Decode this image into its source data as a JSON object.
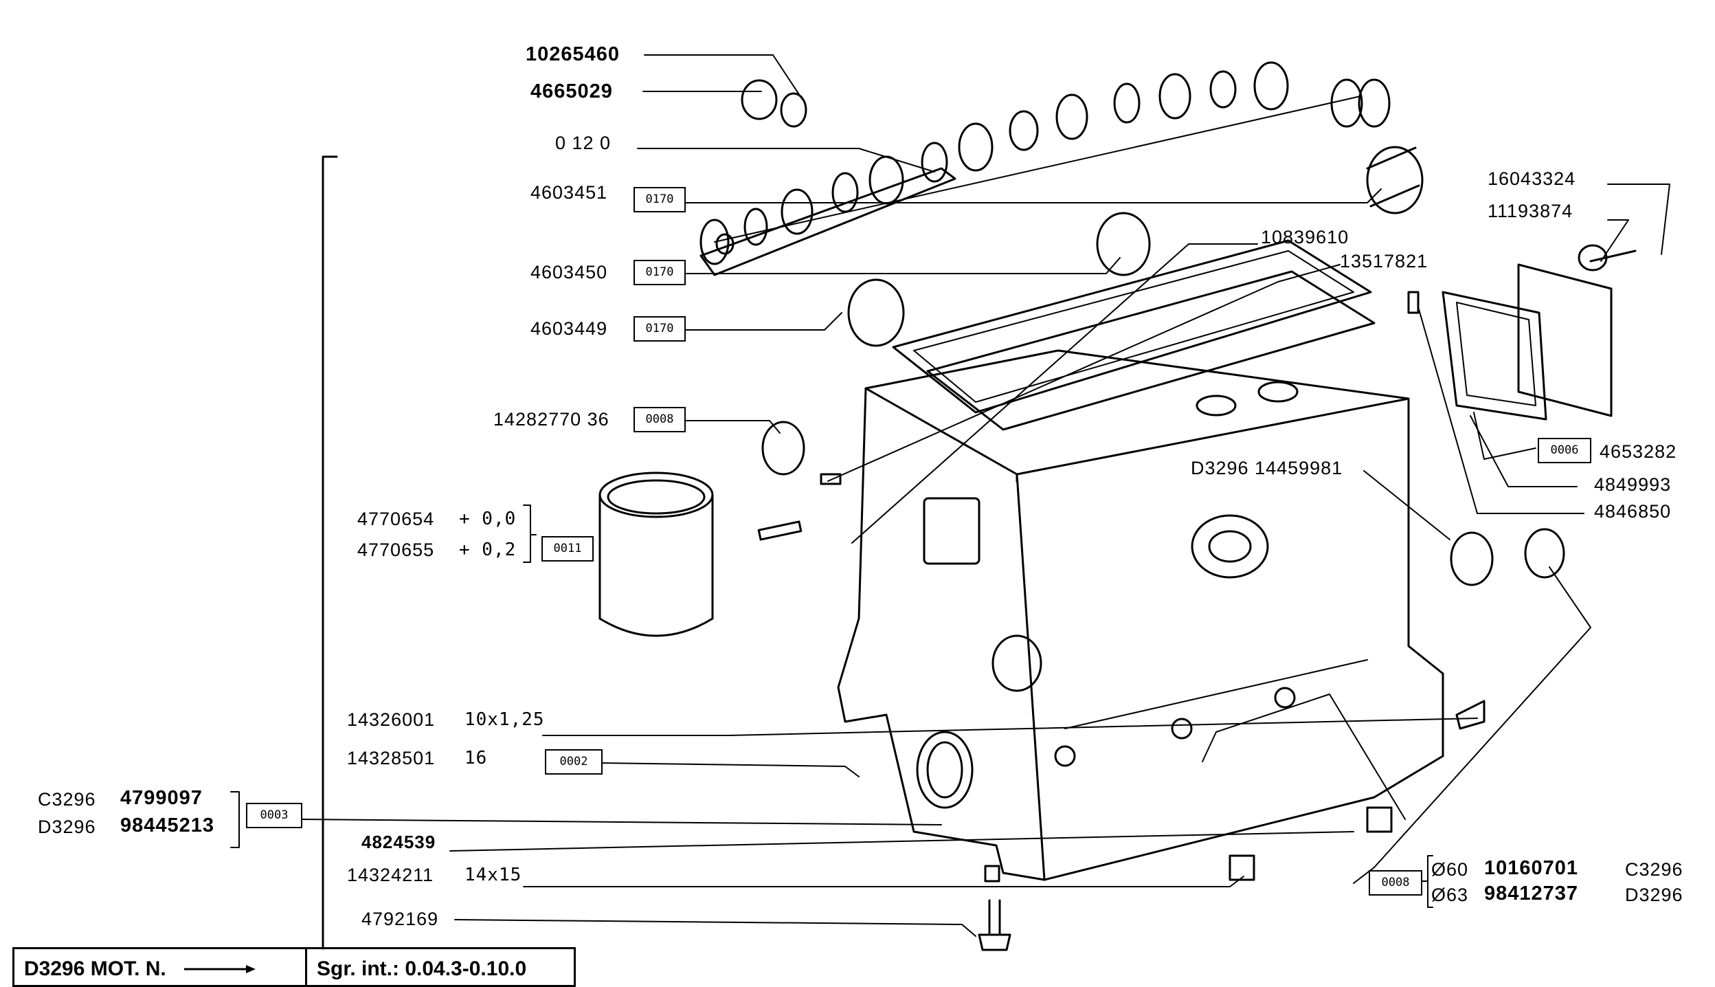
{
  "parts": {
    "p10265460": "10265460",
    "p4665029": "4665029",
    "p0120": "0 12 0",
    "p4603451": "4603451",
    "p4603450": "4603450",
    "p4603449": "4603449",
    "p10839610": "10839610",
    "p13517821": "13517821",
    "p16043324": "16043324",
    "p11193874": "11193874",
    "p4653282": "4653282",
    "p4849993": "4849993",
    "p4846850": "4846850",
    "p14459981": "D3296 14459981",
    "p14282770": "14282770 36",
    "p4770654": "4770654",
    "p4770654_tol": "+ 0,0",
    "p4770655": "4770655",
    "p4770655_tol": "+ 0,2",
    "p14326001": "14326001",
    "p14326001_size": "10x1,25",
    "p14328501": "14328501",
    "p14328501_size": "16",
    "c3296_prefix": "C3296",
    "c3296_code": "4799097",
    "d3296_prefix": "D3296",
    "d3296_code": "98445213",
    "p4824539": "4824539",
    "p14324211": "14324211",
    "p14324211_size": "14x15",
    "p4792169": "4792169",
    "o60_dia": "Ø60",
    "o60_code": "10160701",
    "o60_model": "C3296",
    "o63_dia": "Ø63",
    "o63_code": "98412737",
    "o63_model": "D3296"
  },
  "boxes": {
    "b0170a": "0170",
    "b0170b": "0170",
    "b0170c": "0170",
    "b0008a": "0008",
    "b0011": "0011",
    "b0002": "0002",
    "b0003": "0003",
    "b0006": "0006",
    "b0008b": "0008"
  },
  "footer": {
    "left": "D3296  MOT.  N.",
    "right": "Sgr. int.:  0.04.3-0.10.0"
  }
}
